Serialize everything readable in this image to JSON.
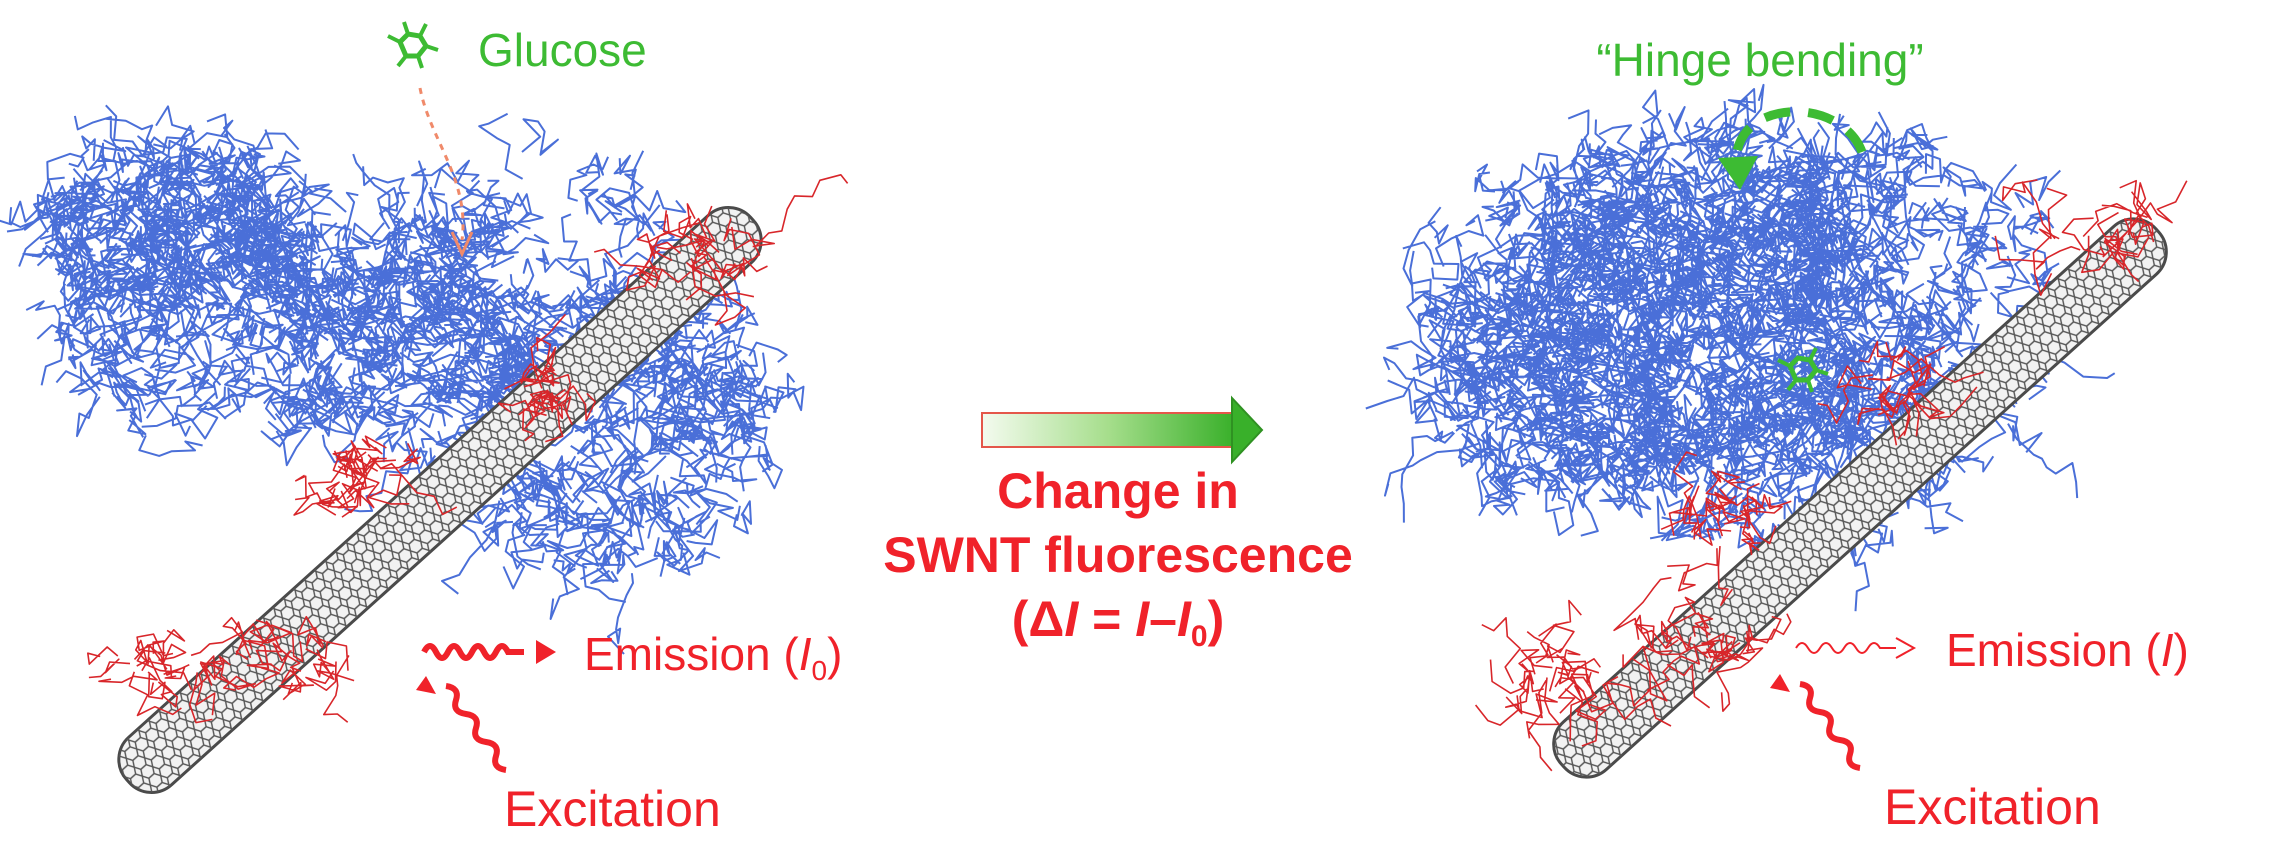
{
  "colors": {
    "red": "#f0222a",
    "green": "#3dbb33",
    "protein": "#4a6fd8",
    "nanotube": "#6a6a6a",
    "linker": "#d8262a"
  },
  "left_panel": {
    "glucose_label": "Glucose",
    "emission_label": "Emission (",
    "emission_symbol": "I",
    "emission_subscript": "0",
    "emission_close": ")",
    "excitation_label": "Excitation"
  },
  "center": {
    "line1": "Change in",
    "line2": "SWNT fluorescence",
    "line3_open": "(Δ",
    "line3_I1": "I",
    "line3_eq": " = ",
    "line3_I2": "I",
    "line3_dash": "–",
    "line3_I3": "I",
    "line3_sub": "0",
    "line3_close": ")"
  },
  "right_panel": {
    "hinge_label": "“Hinge bending”",
    "emission_label": "Emission (",
    "emission_symbol": "I",
    "emission_close": ")",
    "excitation_label": "Excitation"
  }
}
